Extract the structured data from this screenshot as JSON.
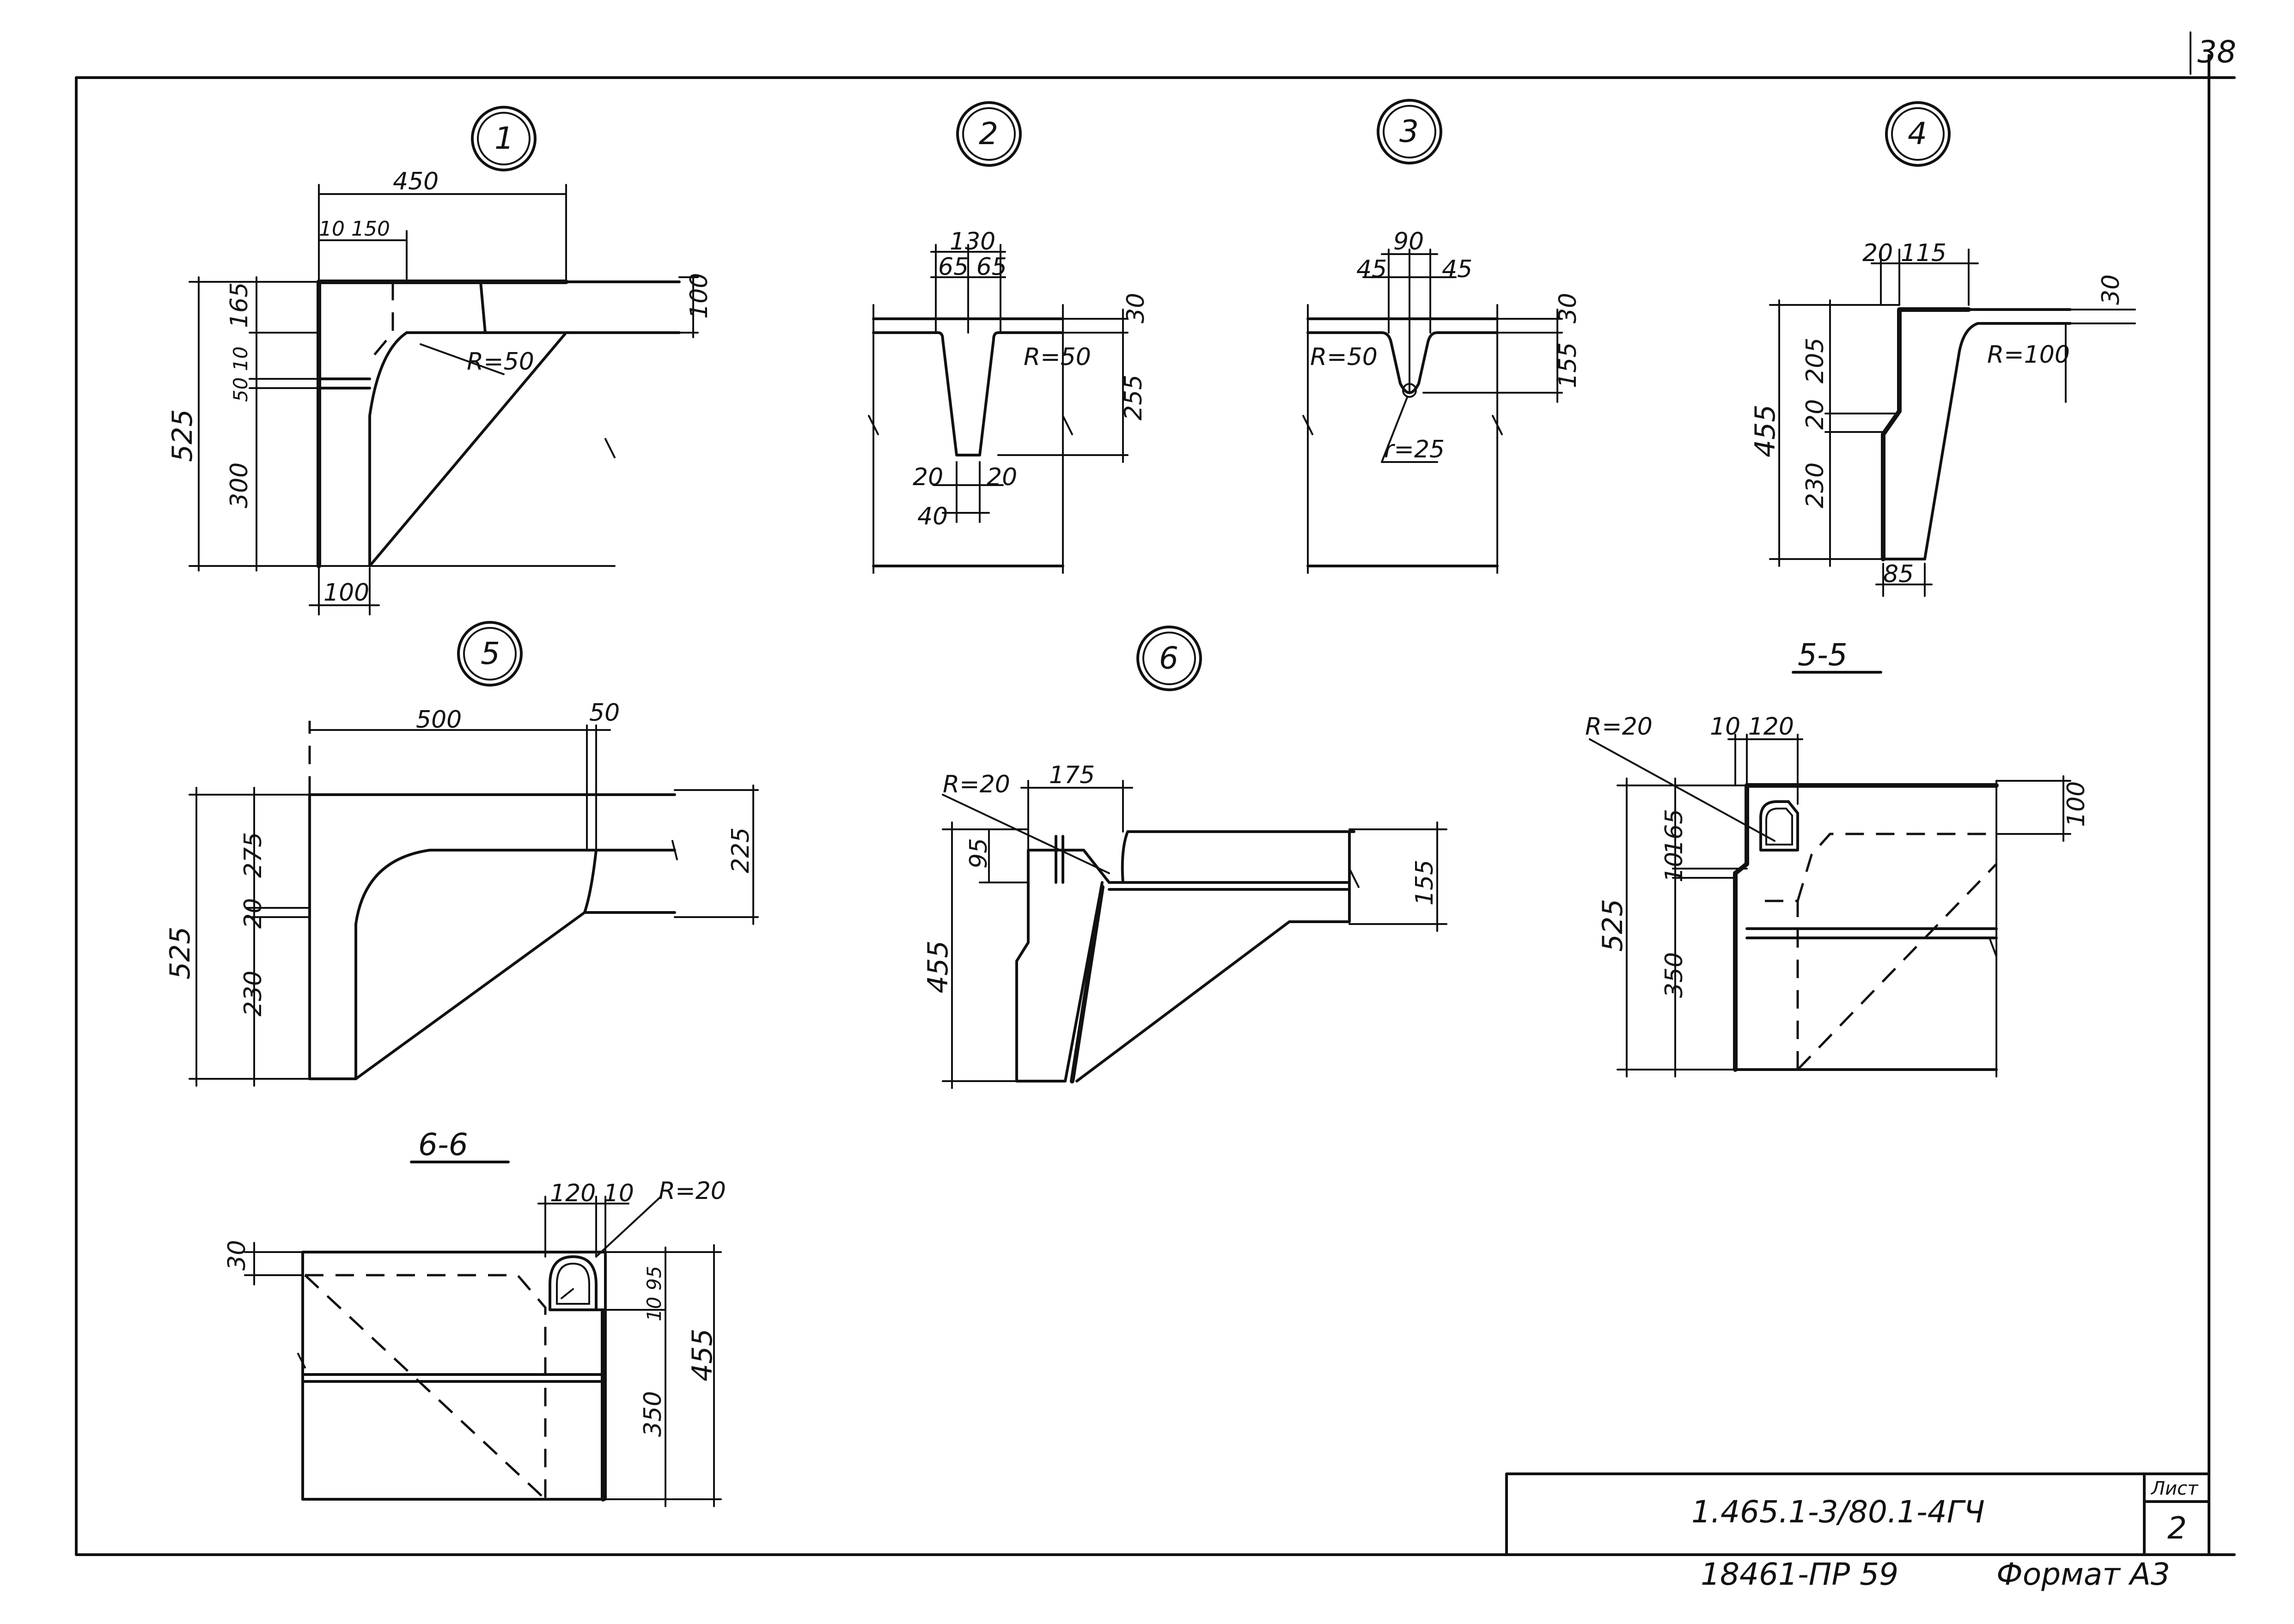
{
  "sheet": {
    "page_corner": "38",
    "designation": "1.465.1-3/80.1-4ГЧ",
    "sheet_label": "Лист",
    "sheet_number": "2",
    "inventory": "18461-ПР 59",
    "format_label": "Формат А3"
  },
  "views": {
    "v1": {
      "marker": "1",
      "d_450": "450",
      "d_10_150": "10 150",
      "d_165": "165",
      "d_50_10": "50 10",
      "d_300": "300",
      "d_525": "525",
      "d_100_top": "100",
      "d_100_bot": "100",
      "radius": "R=50"
    },
    "v2": {
      "marker": "2",
      "d_130": "130",
      "d_65_65": "65 65",
      "d_30": "30",
      "d_255": "255",
      "radius": "R=50",
      "d_20l": "20",
      "d_20r": "20",
      "d_40": "40"
    },
    "v3": {
      "marker": "3",
      "d_90": "90",
      "d_45l": "45",
      "d_45r": "45",
      "d_30": "30",
      "d_155": "155",
      "radius": "R=50",
      "r25": "r=25"
    },
    "v4": {
      "marker": "4",
      "d_20_115": "20 115",
      "d_30": "30",
      "d_205": "205",
      "d_20": "20",
      "d_230": "230",
      "d_455": "455",
      "d_85": "85",
      "radius": "R=100"
    },
    "v5": {
      "marker": "5",
      "d_500": "500",
      "d_50": "50",
      "d_275": "275",
      "d_20": "20",
      "d_230": "230",
      "d_525": "525",
      "d_225": "225"
    },
    "v6": {
      "marker": "6",
      "radius": "R=20",
      "d_175": "175",
      "d_95": "95",
      "d_455": "455",
      "d_155": "155"
    },
    "s55": {
      "title": "5-5",
      "radius": "R=20",
      "d_10_120": "10 120",
      "d_165": "165",
      "d_10": "10",
      "d_350": "350",
      "d_525": "525",
      "d_100": "100"
    },
    "s66": {
      "title": "6-6",
      "d_120_10": "120 10",
      "radius": "R=20",
      "d_30": "30",
      "d_95": "10 95",
      "d_350": "350",
      "d_455": "455"
    }
  }
}
